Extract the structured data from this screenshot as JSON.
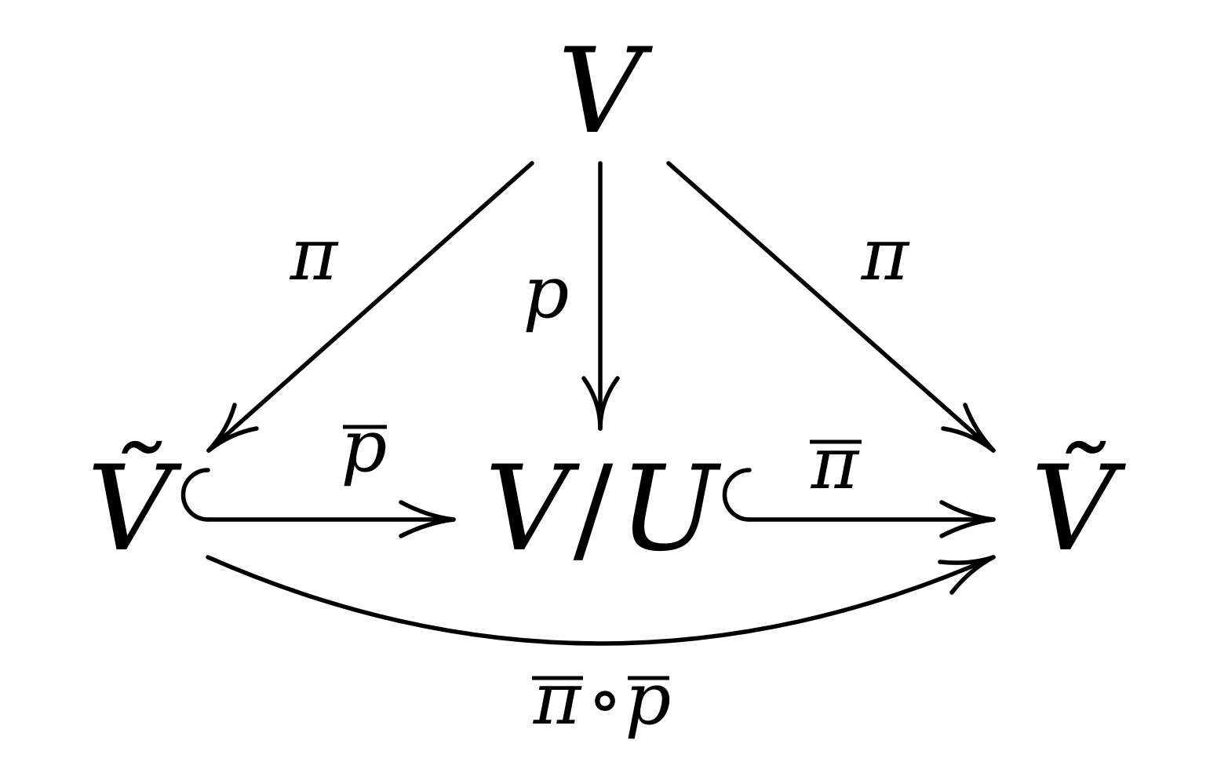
{
  "diagram": {
    "nodes": {
      "top": "V",
      "left": "Ṽ",
      "middle_left": "V",
      "middle_slash": "/",
      "middle_right": "U",
      "right": "Ṽ"
    },
    "labels": {
      "left_diag": "π",
      "right_diag": "π",
      "vertical": "p",
      "bottom_left_arrow": "p",
      "bottom_right_arrow": "π",
      "composite_first": "π",
      "composite_op": "∘",
      "composite_second": "p"
    }
  }
}
